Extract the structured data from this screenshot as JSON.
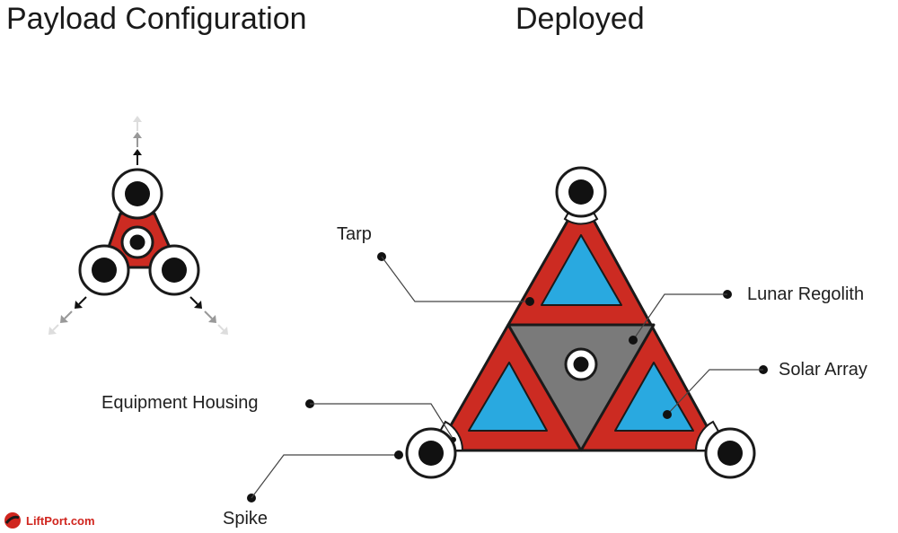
{
  "headings": {
    "payload": "Payload Configuration",
    "deployed": "Deployed"
  },
  "labels": {
    "tarp": "Tarp",
    "lunar_regolith": "Lunar Regolith",
    "solar_array": "Solar Array",
    "equipment_housing": "Equipment Housing",
    "spike": "Spike"
  },
  "brand": {
    "text": "LiftPort.com"
  },
  "colors": {
    "tarp_red": "#cc2b22",
    "solar_blue": "#29a9e0",
    "regolith_gray": "#7a7a7a",
    "outline": "#1a1a1a",
    "brand_red": "#d0251e"
  }
}
